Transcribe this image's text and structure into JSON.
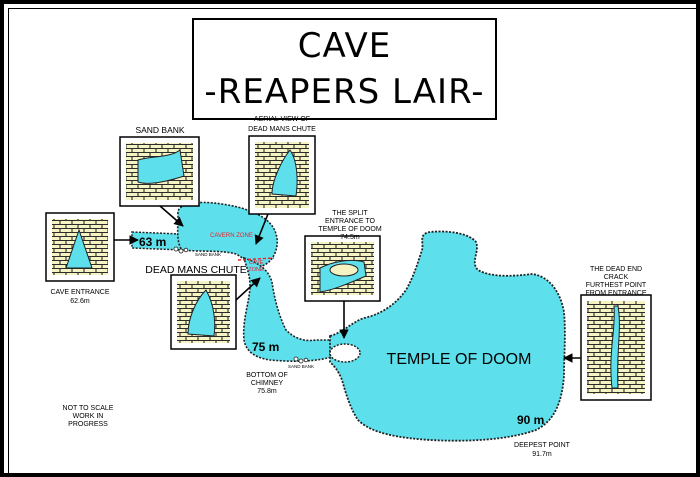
{
  "title": {
    "line1": "CAVE",
    "line2": "-REAPERS LAIR-"
  },
  "labels": {
    "sand_bank": "SAND BANK",
    "aerial_line1": "AERIAL VIEW OF",
    "aerial_line2": "DEAD MANS CHUTE",
    "split_line1": "THE SPLIT",
    "split_line2": "ENTRANCE TO",
    "split_line3": "TEMPLE OF DOOM",
    "split_depth": "74.5m",
    "dead_end_line1": "THE DEAD END",
    "dead_end_line2": "CRACK",
    "dead_end_line3": "FURTHEST POINT",
    "dead_end_line4": "FROM ENTRANCE",
    "cave_entrance": "CAVE ENTRANCE",
    "cave_entrance_depth": "62.6m",
    "depth_63": "63 m",
    "sand_bank_small_1": "SAND BANK",
    "cavern_zone": "CAVERN ZONE",
    "cave_zone_line1": "CAVE",
    "cave_zone_line2": "ZONE",
    "dead_mans_chute": "DEAD MANS CHUTE",
    "depth_75": "75 m",
    "sand_bank_small_2": "SAND BANK",
    "bottom_line1": "BOTTOM OF",
    "bottom_line2": "CHIMNEY",
    "bottom_depth": "75.8m",
    "temple_of_doom": "TEMPLE OF DOOM",
    "depth_90": "90 m",
    "deepest_point": "DEEPEST POINT",
    "deepest_depth": "91.7m",
    "not_to_scale_1": "NOT TO SCALE",
    "not_to_scale_2": "WORK IN",
    "not_to_scale_3": "PROGRESS"
  },
  "colors": {
    "water": "#5ee0ec",
    "panel": "#f6f3c3",
    "brick": "#2b2b2b",
    "zone": "#e8202a"
  }
}
